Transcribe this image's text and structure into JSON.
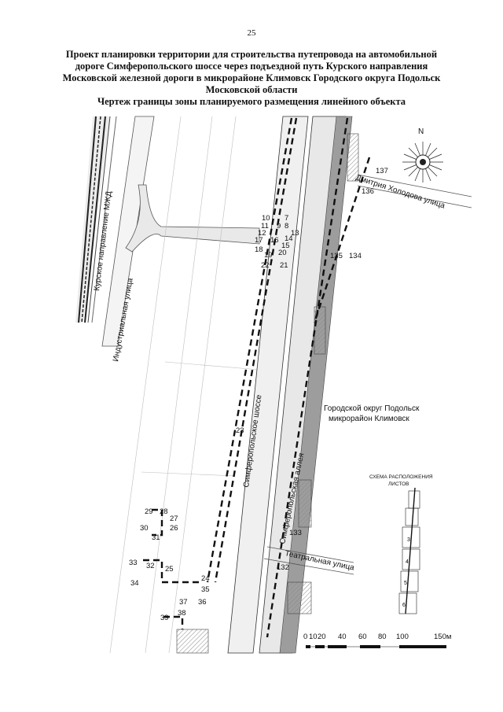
{
  "page_number": "25",
  "title": {
    "lines": [
      "Проект планировки территории для строительства путепровода на автомобильной",
      "дороге Симферопольского шоссе через подъездной путь Курского направления",
      "Московской железной дороги в микрорайоне Климовск Городского округа Подольск",
      "Московской области"
    ],
    "subtitle": "Чертеж границы зоны планируемого размещения линейного объекта"
  },
  "map": {
    "labels": {
      "railway": "Курское направление МЖД",
      "industrial_street": "Индустриальная улица",
      "kholodova_street": "Дмитрия Холодова улица",
      "simferopol_highway": "Симферопольское шоссе",
      "simferopol_alley": "Симферопольская аллея",
      "district": "Городской округ Подольск",
      "microdistrict": "микрорайон Климовск",
      "theatre_street": "Театральная улица",
      "north": "N"
    },
    "points": [
      "137",
      "136",
      "134",
      "135",
      "10",
      "7",
      "11",
      "9",
      "8",
      "12",
      "13",
      "14",
      "16",
      "17",
      "15",
      "18",
      "20",
      "19",
      "22",
      "21",
      "23",
      "29",
      "28",
      "27",
      "30",
      "26",
      "31",
      "33",
      "32",
      "25",
      "34",
      "24",
      "35",
      "37",
      "36",
      "38",
      "39",
      "133",
      "132"
    ]
  },
  "sheet_schema": {
    "title_line1": "СХЕМА РАСПОЛОЖЕНИЯ",
    "title_line2": "ЛИСТОВ",
    "sheets": [
      "3",
      "4",
      "5",
      "6"
    ]
  },
  "scale_bar": {
    "ticks": [
      "0",
      "10",
      "20",
      "40",
      "60",
      "80",
      "100"
    ],
    "end_label": "150м"
  }
}
